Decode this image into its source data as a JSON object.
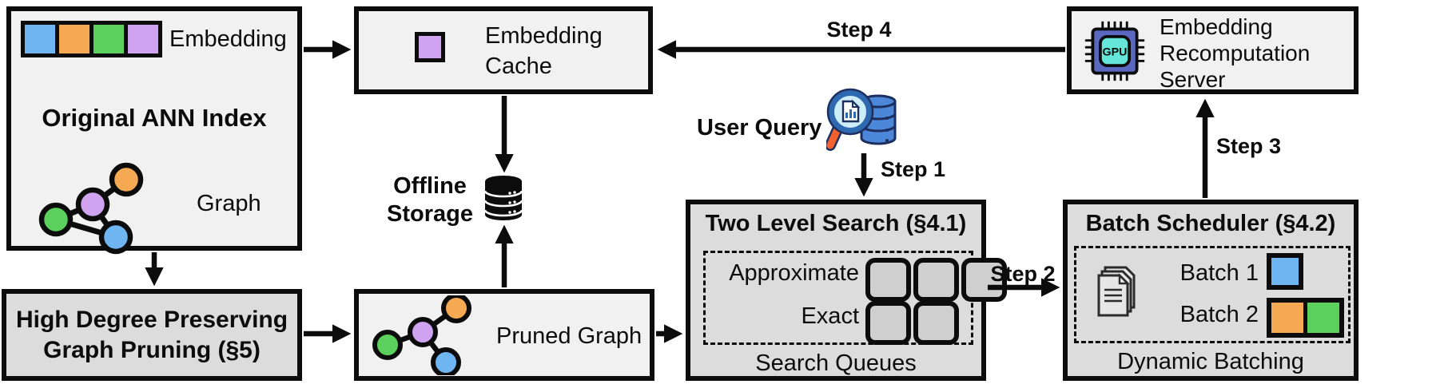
{
  "colors": {
    "blue": "#6FB5F2",
    "orange": "#F6A953",
    "green": "#5BD05C",
    "purple": "#CFA3EF",
    "box_light": "#F1F1F1",
    "box_gray": "#DCDCDC",
    "slot_gray": "#CFCFCF",
    "db_blue": "#4C87D9",
    "db_outline": "#1C2F5E",
    "lens_cyan": "#CDEEF8",
    "rim_blue": "#2E68B0",
    "handle_orange": "#F2622E",
    "gpu_body": "#5A68C0",
    "gpu_core": "#66E6D9",
    "page_fill": "#E6E6E6"
  },
  "original_index": {
    "title": "Original ANN Index",
    "embedding_label": "Embedding",
    "graph_label": "Graph"
  },
  "graph_pruning": {
    "title": "High Degree Preserving Graph Pruning (§5)"
  },
  "embedding_cache": {
    "label": "Embedding Cache"
  },
  "offline_storage": {
    "label": "Offline Storage"
  },
  "pruned_graph": {
    "label": "Pruned Graph"
  },
  "user_query": {
    "label": "User Query"
  },
  "two_level_search": {
    "title": "Two Level Search (§4.1)",
    "row_approximate": "Approximate",
    "row_exact": "Exact",
    "caption": "Search Queues",
    "approximate_slots": 3,
    "exact_slots": 2
  },
  "batch_scheduler": {
    "title": "Batch Scheduler (§4.2)",
    "batch1_label": "Batch 1",
    "batch2_label": "Batch 2",
    "caption": "Dynamic Batching"
  },
  "recompute_server": {
    "label": "Embedding Recomputation Server"
  },
  "steps": {
    "step1": "Step 1",
    "step2": "Step 2",
    "step3": "Step 3",
    "step4": "Step 4"
  },
  "icons": {
    "gpu_label": "GPU"
  }
}
